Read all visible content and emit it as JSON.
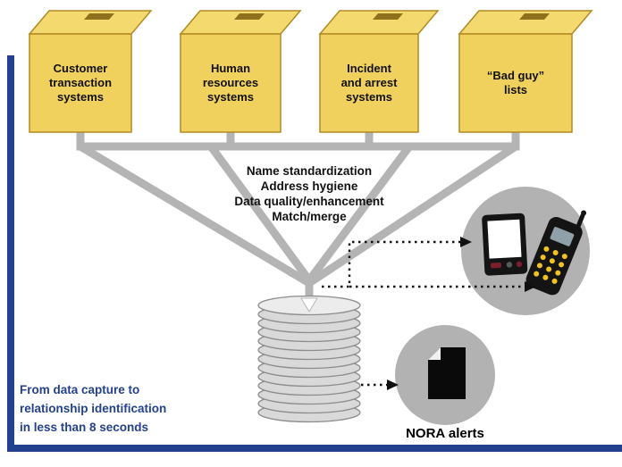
{
  "colors": {
    "accent-blue": "#24418f",
    "box-fill": "#f1d15e",
    "box-top": "#f4d96f",
    "box-edge": "#b18a25",
    "box-slot": "#8f701c",
    "funnel-gray": "#b4b4b4",
    "circle-gray": "#b2b2b2",
    "cylinder-fill": "#d9d9d9",
    "cylinder-top": "#ececec",
    "cylinder-edge": "#8c8c8c",
    "device-black": "#141414",
    "keypad-yellow": "#f2c21d",
    "text-black": "#111111"
  },
  "sources": [
    {
      "label": "Customer\ntransaction\nsystems"
    },
    {
      "label": "Human\nresources\nsystems"
    },
    {
      "label": "Incident\nand arrest\nsystems"
    },
    {
      "label": "“Bad guy”\nlists"
    }
  ],
  "pipeline": {
    "steps": [
      "Name standardization",
      "Address hygiene",
      "Data quality/enhancement",
      "Match/merge"
    ]
  },
  "outputs": {
    "alerts_label": "NORA alerts"
  },
  "caption": "From data capture to\nrelationship identification\nin less than 8 seconds"
}
